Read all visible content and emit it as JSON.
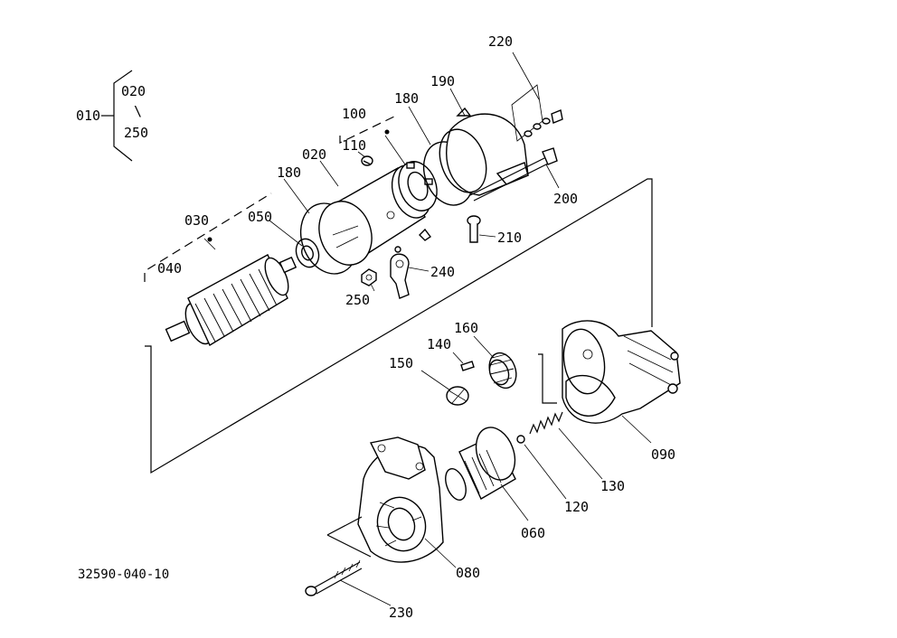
{
  "callouts": {
    "assembly": "010",
    "range_start": "020",
    "range_sep": "\\",
    "range_end": "250",
    "c100": "100",
    "c110": "110",
    "c180_right": "180",
    "c190": "190",
    "c220": "220",
    "c200": "200",
    "c210": "210",
    "c020": "020",
    "c180_left": "180",
    "c030": "030",
    "c050": "050",
    "c040": "040",
    "c240": "240",
    "c250": "250",
    "c140": "140",
    "c160": "160",
    "c150": "150",
    "c090": "090",
    "c130": "130",
    "c120": "120",
    "c060": "060",
    "c080": "080",
    "c230": "230"
  },
  "drawing_number": "32590-040-10"
}
